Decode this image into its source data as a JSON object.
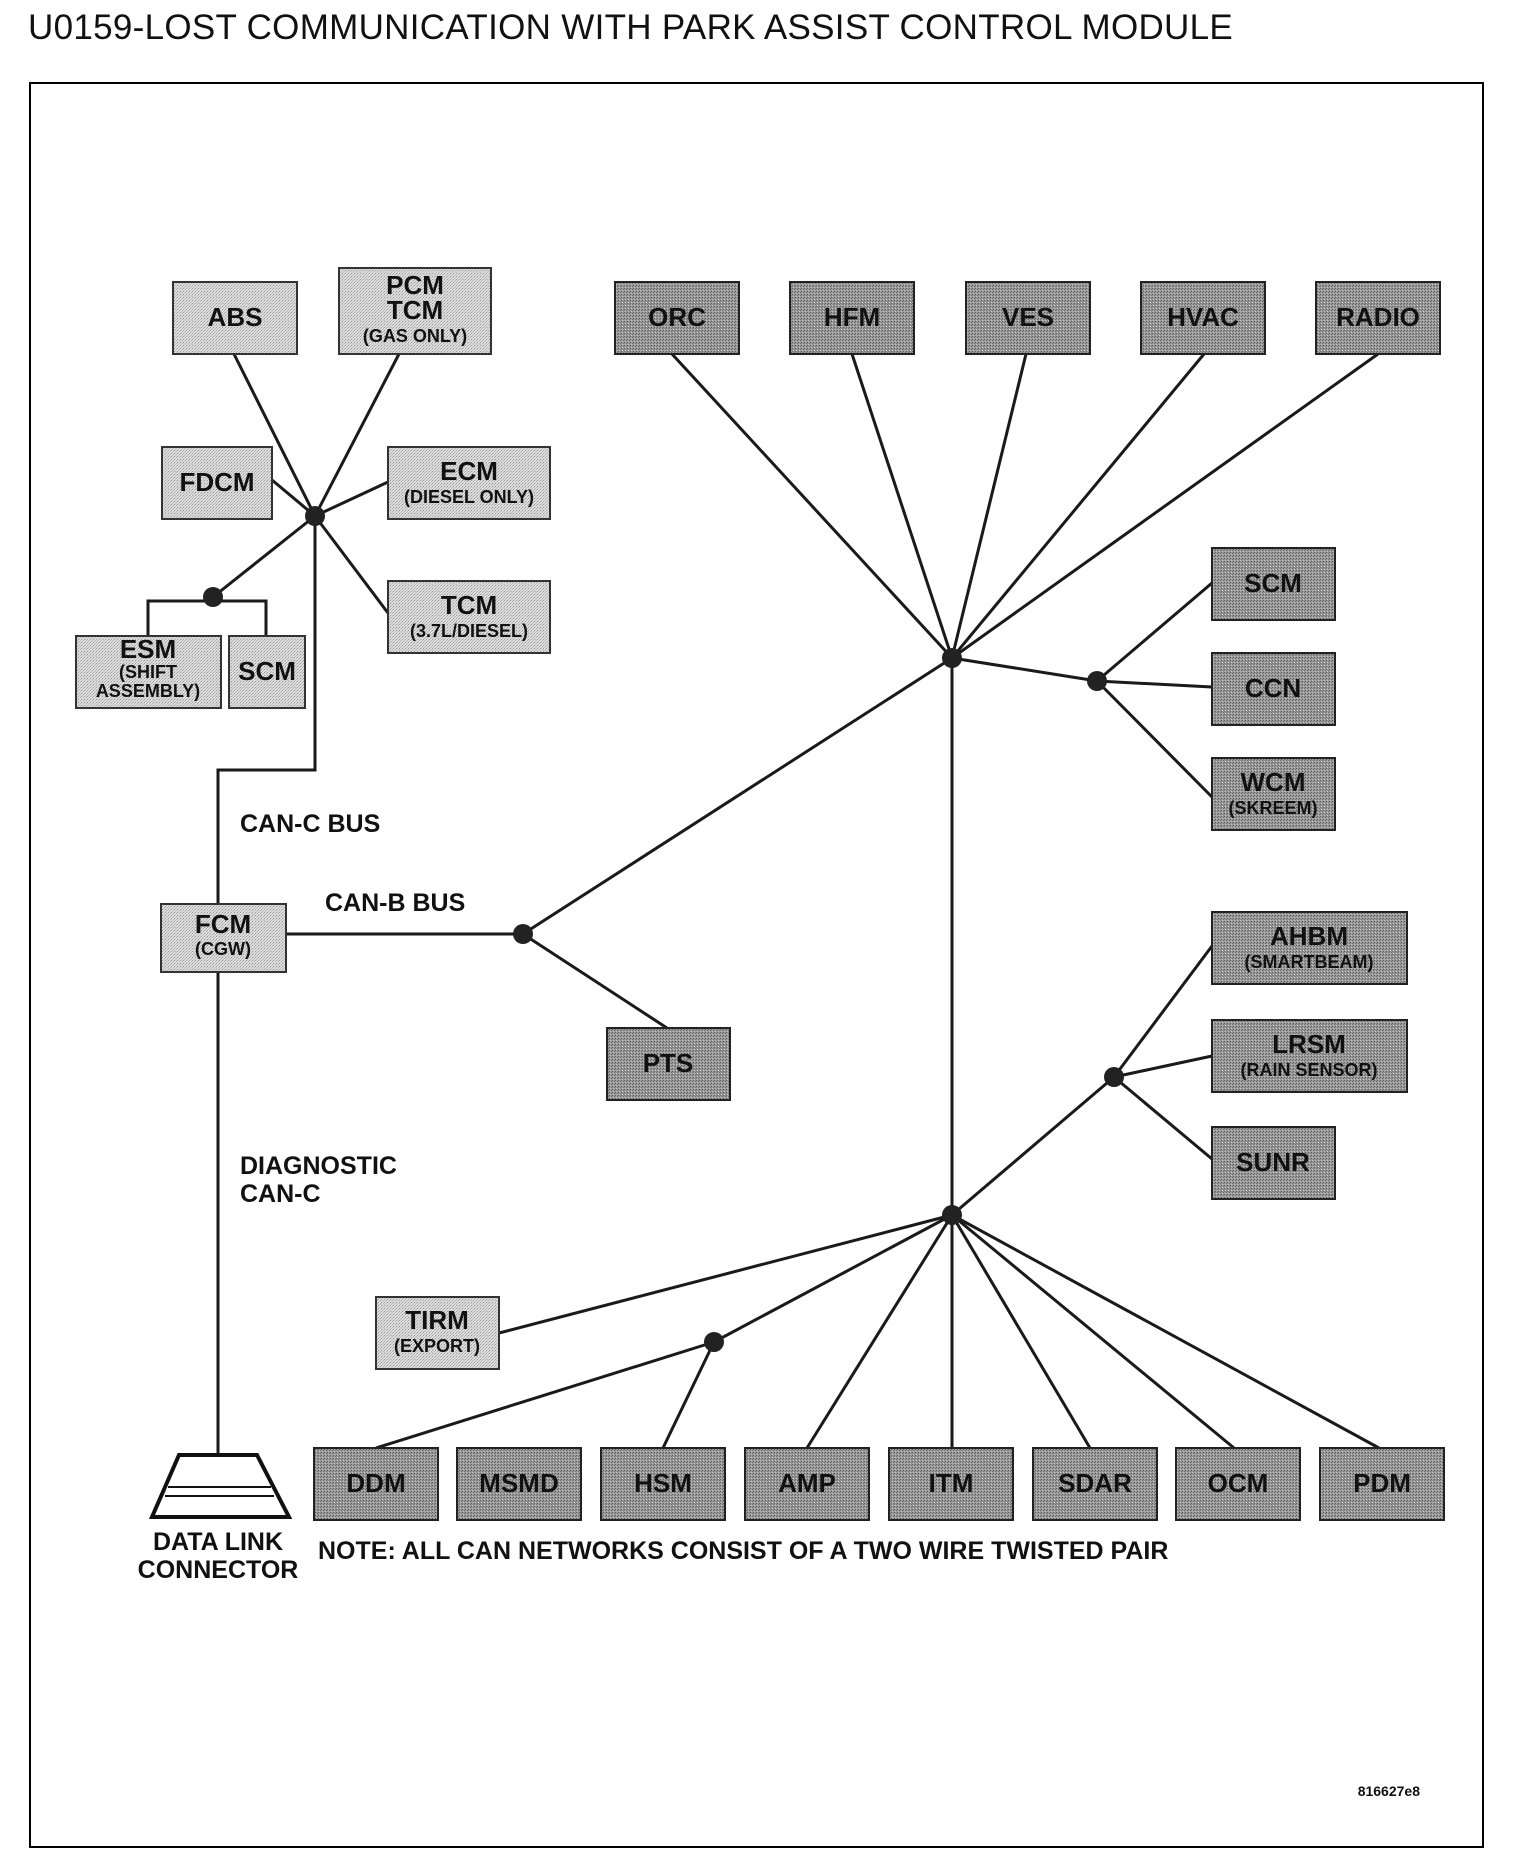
{
  "title": "U0159-LOST COMMUNICATION WITH PARK ASSIST CONTROL MODULE",
  "colors": {
    "light_module": "#d3d3d3",
    "dark_module": "#8c8c8c",
    "wire": "#1a1a1a",
    "border": "#000000"
  },
  "modules": {
    "abs": {
      "lines": [
        "ABS"
      ]
    },
    "pcm_tcm": {
      "lines": [
        "PCM",
        "TCM"
      ],
      "sub": "(GAS ONLY)"
    },
    "fdcm": {
      "lines": [
        "FDCM"
      ]
    },
    "ecm": {
      "lines": [
        "ECM"
      ],
      "sub": "(DIESEL ONLY)"
    },
    "tcm": {
      "lines": [
        "TCM"
      ],
      "sub": "(3.7L/DIESEL)"
    },
    "esm": {
      "lines": [
        "ESM"
      ],
      "sub": [
        "(SHIFT",
        "ASSEMBLY)"
      ]
    },
    "scm_left": {
      "lines": [
        "SCM"
      ]
    },
    "fcm": {
      "lines": [
        "FCM"
      ],
      "sub": "(CGW)"
    },
    "orc": {
      "lines": [
        "ORC"
      ]
    },
    "hfm": {
      "lines": [
        "HFM"
      ]
    },
    "ves": {
      "lines": [
        "VES"
      ]
    },
    "hvac": {
      "lines": [
        "HVAC"
      ]
    },
    "radio": {
      "lines": [
        "RADIO"
      ]
    },
    "scm_right": {
      "lines": [
        "SCM"
      ]
    },
    "ccn": {
      "lines": [
        "CCN"
      ]
    },
    "wcm": {
      "lines": [
        "WCM"
      ],
      "sub": "(SKREEM)"
    },
    "ahbm": {
      "lines": [
        "AHBM"
      ],
      "sub": "(SMARTBEAM)"
    },
    "lrsm": {
      "lines": [
        "LRSM"
      ],
      "sub": "(RAIN SENSOR)"
    },
    "sunr": {
      "lines": [
        "SUNR"
      ]
    },
    "pts": {
      "lines": [
        "PTS"
      ]
    },
    "tirm": {
      "lines": [
        "TIRM"
      ],
      "sub": "(EXPORT)"
    },
    "ddm": {
      "lines": [
        "DDM"
      ]
    },
    "msmd": {
      "lines": [
        "MSMD"
      ]
    },
    "hsm": {
      "lines": [
        "HSM"
      ]
    },
    "amp": {
      "lines": [
        "AMP"
      ]
    },
    "itm": {
      "lines": [
        "ITM"
      ]
    },
    "sdar": {
      "lines": [
        "SDAR"
      ]
    },
    "ocm": {
      "lines": [
        "OCM"
      ]
    },
    "pdm": {
      "lines": [
        "PDM"
      ]
    }
  },
  "labels": {
    "can_c_bus": "CAN-C BUS",
    "can_b_bus": "CAN-B BUS",
    "diagnostic_1": "DIAGNOSTIC",
    "diagnostic_2": "CAN-C",
    "dlc_1": "DATA LINK",
    "dlc_2": "CONNECTOR",
    "note": "NOTE: ALL CAN NETWORKS CONSIST OF A TWO WIRE TWISTED PAIR",
    "figure_id": "816627e8"
  }
}
